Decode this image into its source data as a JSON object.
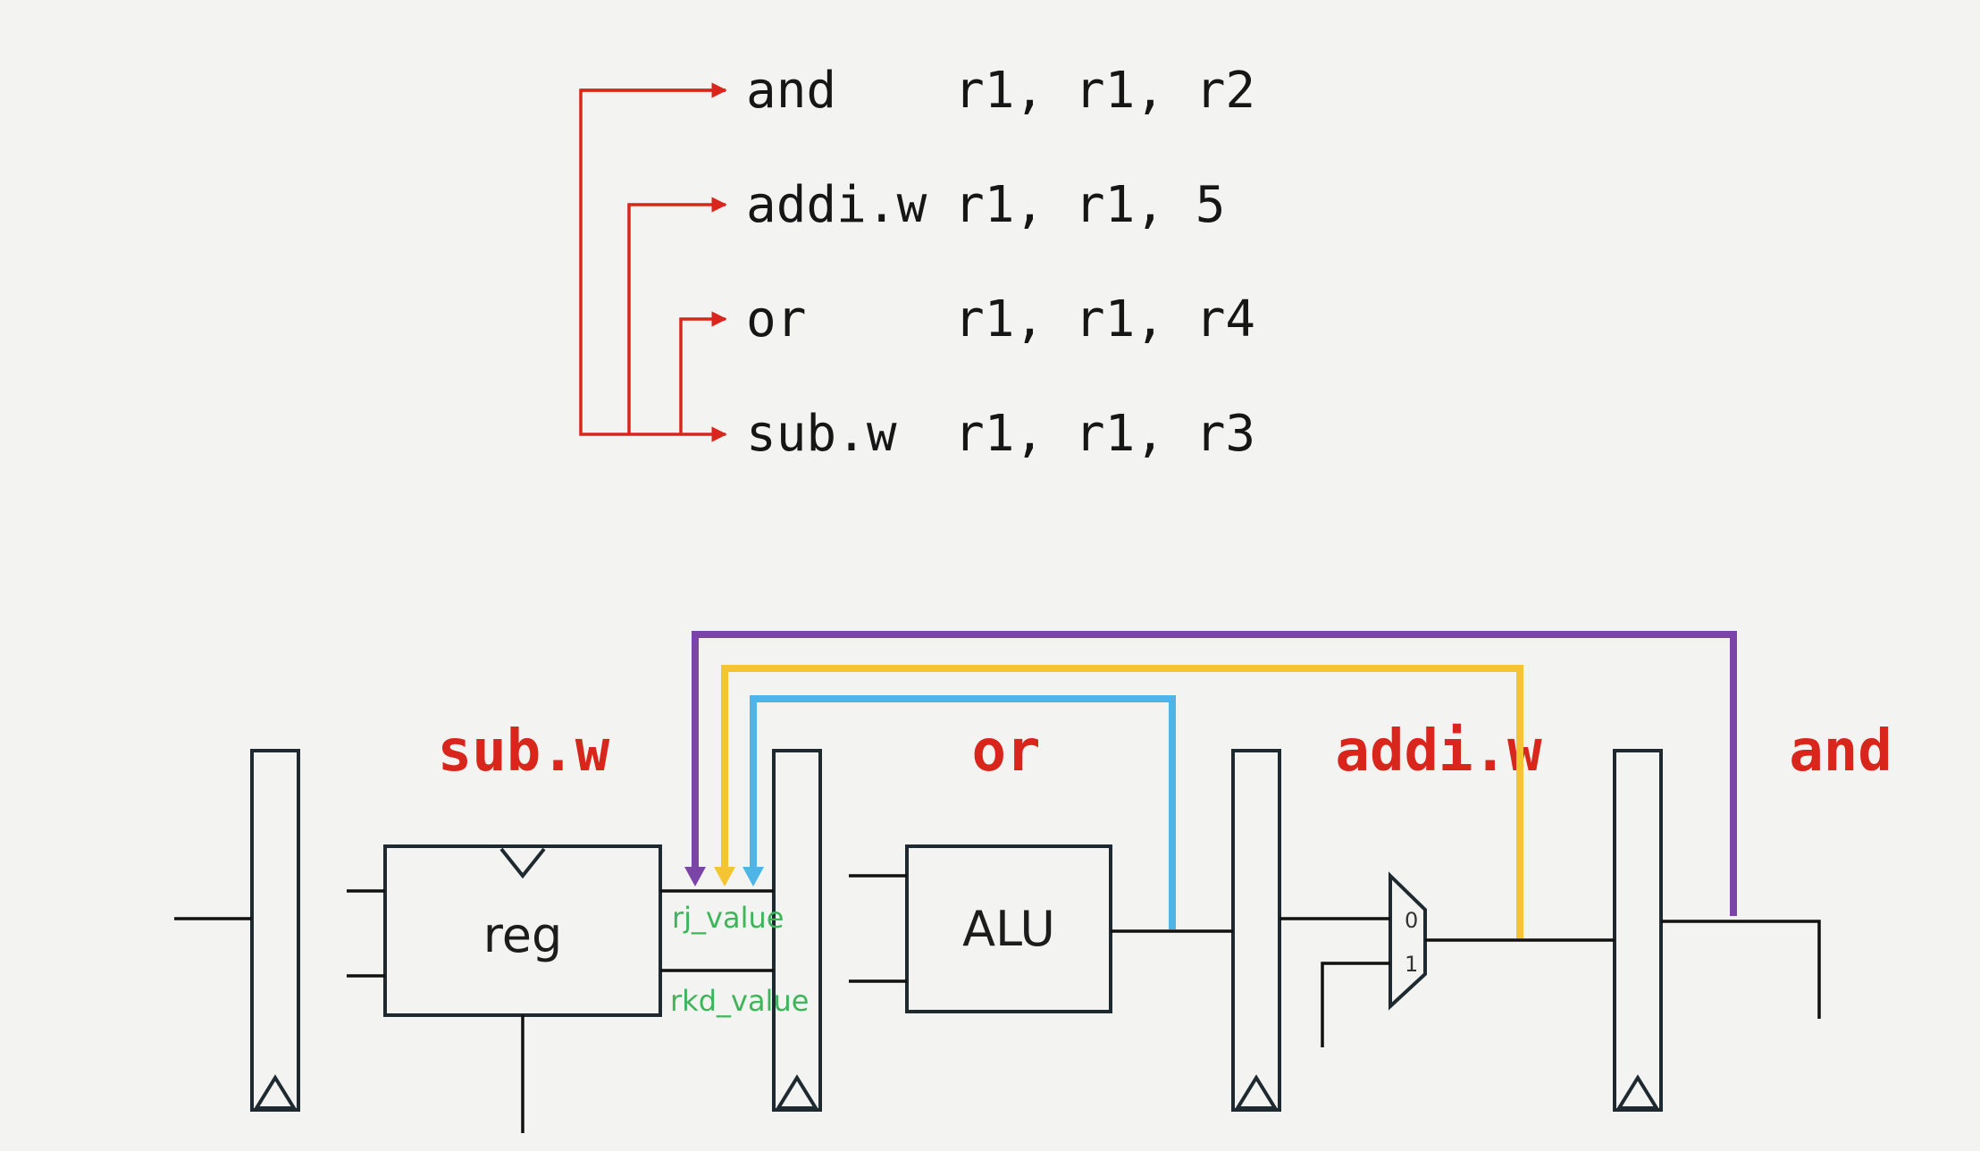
{
  "instructions": [
    {
      "op": "and",
      "operands": "r1, r1, r2"
    },
    {
      "op": "addi.w",
      "operands": "r1, r1, 5"
    },
    {
      "op": "or",
      "operands": "r1, r1, r4"
    },
    {
      "op": "sub.w",
      "operands": "r1, r1, r3"
    }
  ],
  "pipeline": {
    "stage_labels": [
      "sub.w",
      "or",
      "addi.w",
      "and"
    ],
    "reg_label": "reg",
    "alu_label": "ALU",
    "signals": {
      "rj": "rj_value",
      "rkd": "rkd_value"
    },
    "mux_inputs": [
      "0",
      "1"
    ]
  },
  "colors": {
    "dependency_arrow": "#d9261c",
    "forward_from_and": "#7b45a8",
    "forward_from_addi": "#f4c432",
    "forward_from_or": "#4fb4e6",
    "stage_label": "#d9261c",
    "signal_label": "#3fb45a"
  }
}
